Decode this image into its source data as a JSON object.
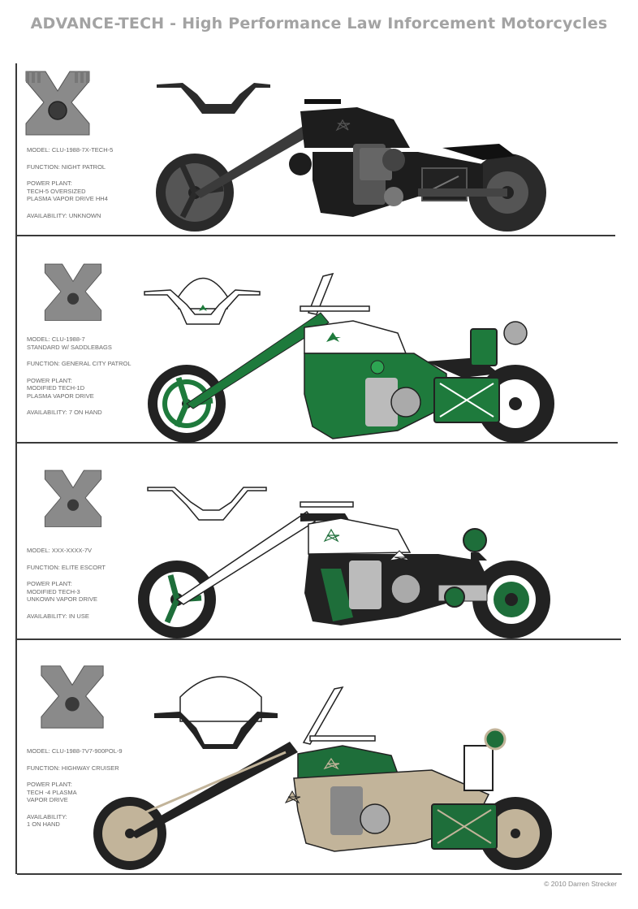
{
  "header": {
    "title": "ADVANCE-TECH - High Performance Law Inforcement Motorcycles"
  },
  "bikes": [
    {
      "model": "MODEL: CLU-1988-7X-TECH-5",
      "function": "FUNCTION: NIGHT PATROL",
      "power_plant_lines": [
        "POWER PLANT:",
        "TECH-5 OVERSIZED",
        "PLASMA VAPOR DRIVE HH4"
      ],
      "availability_lines": [
        "AVAILABILITY: UNKNOWN"
      ],
      "colors": {
        "body": "#1d1d1d",
        "accent": "#4a4a4a",
        "wheel_rim": "#3c3c3c",
        "star": "#2f2f2f"
      }
    },
    {
      "model_lines": [
        "MODEL: CLU-1988-7",
        "STANDARD W/ SADDLEBAGS"
      ],
      "function": "FUNCTION: GENERAL CITY PATROL",
      "power_plant_lines": [
        "POWER PLANT:",
        "MODIFIED TECH-1D",
        "PLASMA VAPOR DRIVE"
      ],
      "availability_lines": [
        "AVAILABILITY: 7 ON HAND"
      ],
      "colors": {
        "body": "#1e7a3c",
        "accent": "#ffffff",
        "wheel_rim": "#1e7a3c",
        "star": "#1e7a3c"
      }
    },
    {
      "model": "MODEL: XXX-XXXX-7V",
      "function": "FUNCTION: ELITE ESCORT",
      "power_plant_lines": [
        "POWER PLANT:",
        "MODIFIED TECH-3",
        "UNKOWN VAPOR DRIVE"
      ],
      "availability_lines": [
        "AVAILABILITY: IN USE"
      ],
      "colors": {
        "body": "#ffffff",
        "accent": "#1e6e3a",
        "wheel_rim": "#1e6e3a",
        "star": "#ffffff"
      }
    },
    {
      "model": "MODEL: CLU-1988-7V7-900POL-9",
      "function": "FUNCTION: HIGHWAY CRUISER",
      "power_plant_lines": [
        "POWER PLANT:",
        "TECH -4  PLASMA",
        "VAPOR DRIVE"
      ],
      "availability_lines": [
        "AVAILABILITY:",
        "1 ON HAND"
      ],
      "colors": {
        "body": "#1e6e3a",
        "accent": "#c2b49a",
        "wheel_rim": "#c2b49a",
        "star": "#c2b49a"
      }
    }
  ],
  "footer": {
    "copyright": "© 2010 Darren Strecker"
  }
}
